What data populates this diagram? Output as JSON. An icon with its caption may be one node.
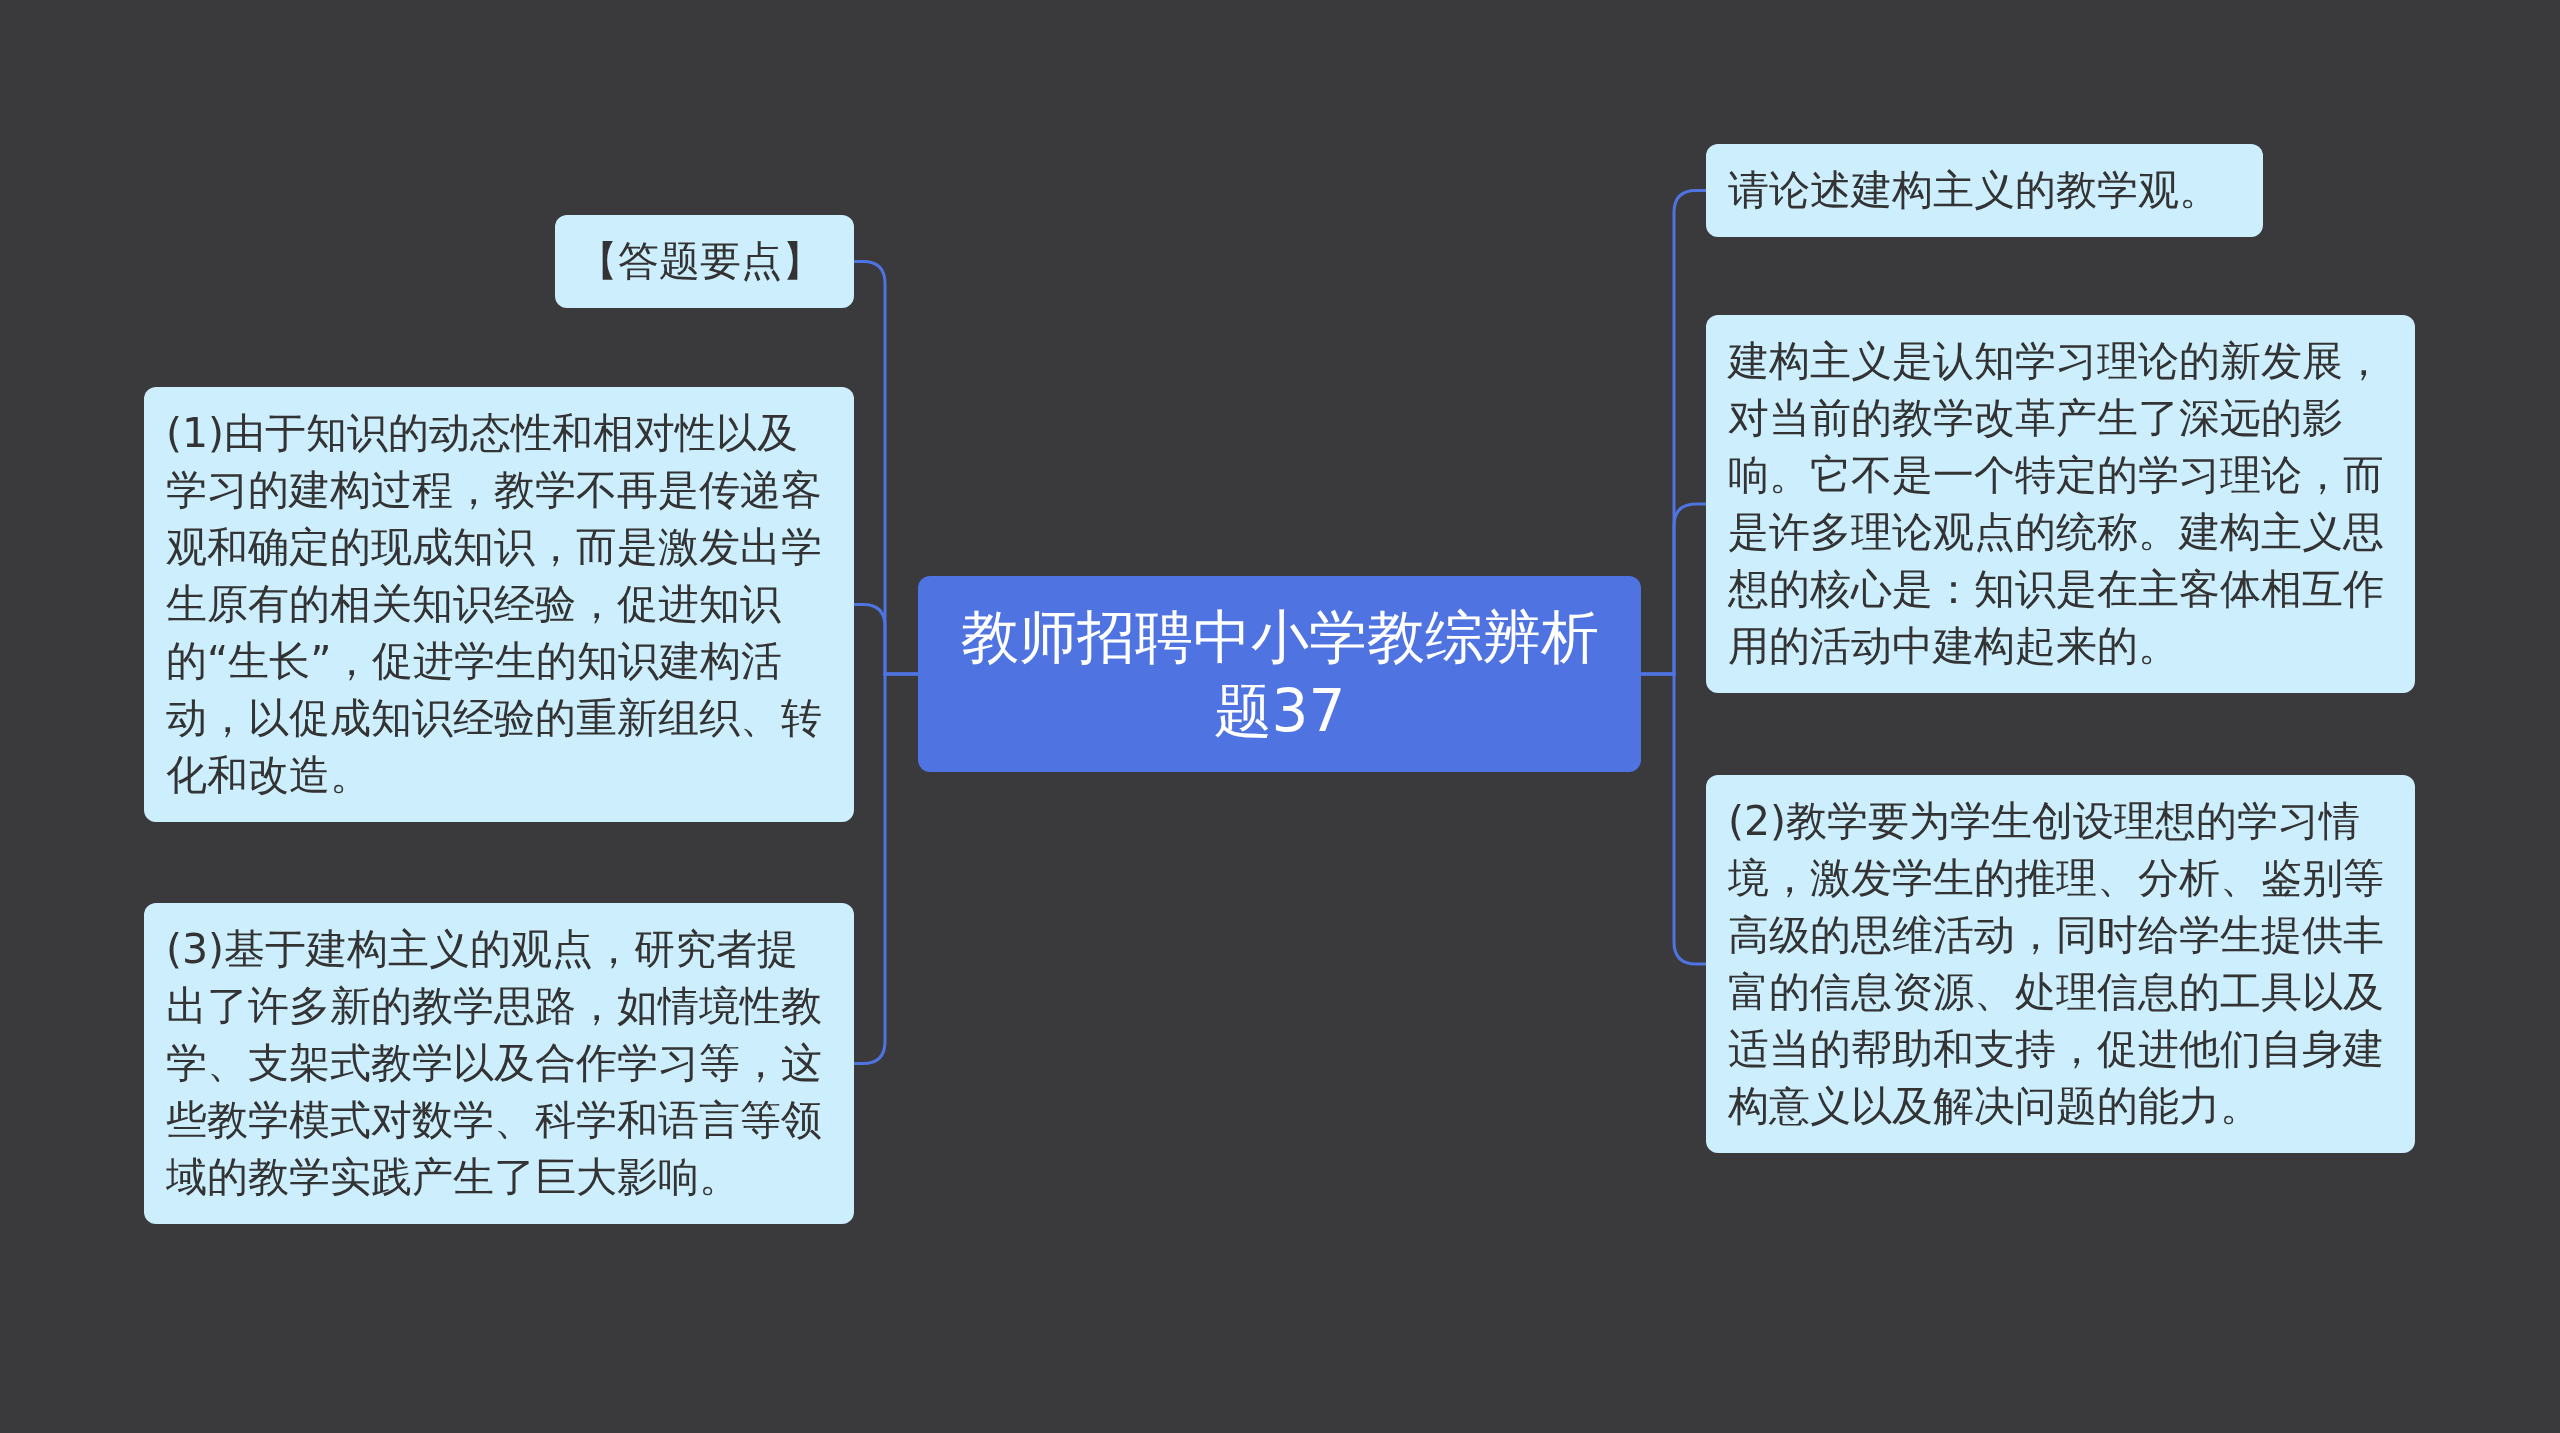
{
  "diagram": {
    "nodes": [
      {
        "text": [
          "教师招聘中小学教综辨析题37"
        ]
      },
      {
        "text": [
          "【答题要点】"
        ]
      },
      {
        "text": [
          "(1)由于知识的动态性和相对性以及学习的建构过程，教学不再是传递客观和确定的现成知识，而是激发出学生原有的相关知识经验，促进知识的“生长”，促进学生的知识建构活动，以促成知识经验的重新组织、转化和改造。"
        ]
      },
      {
        "text": [
          "(3)基于建构主义的观点，研究者提出了许多新的教学思路，如情境性教学、支架式教学以及合作学习等，这些教学模式对数学、科学和语言等领域的教学实践产生了巨大影响。"
        ]
      },
      {
        "text": [
          "请论述建构主义的教学观。"
        ]
      },
      {
        "text": [
          "建构主义是认知学习理论的新发展，对当前的教学改革产生了深远的影响。它不是一个特定的学习理论，而是许多理论观点的统称。建构主义思想的核心是：知识是在主客体相互作用的活动中建构起来的。"
        ]
      },
      {
        "text": [
          "(2)教学要为学生创设理想的学习情境，激发学生的推理、分析、鉴别等高级的思维活动，同时给学生提供丰富的信息资源、处理信息的工具以及适当的帮助和支持，促进他们自身建构意义以及解决问题的能力。"
        ]
      }
    ],
    "edges": [
      {
        "from": 0,
        "to": 1,
        "arrow": "none"
      },
      {
        "from": 0,
        "to": 2,
        "arrow": "none"
      },
      {
        "from": 0,
        "to": 3,
        "arrow": "none"
      },
      {
        "from": 0,
        "to": 4,
        "arrow": "none"
      },
      {
        "from": 0,
        "to": 5,
        "arrow": "none"
      },
      {
        "from": 0,
        "to": 6,
        "arrow": "none"
      }
    ]
  }
}
